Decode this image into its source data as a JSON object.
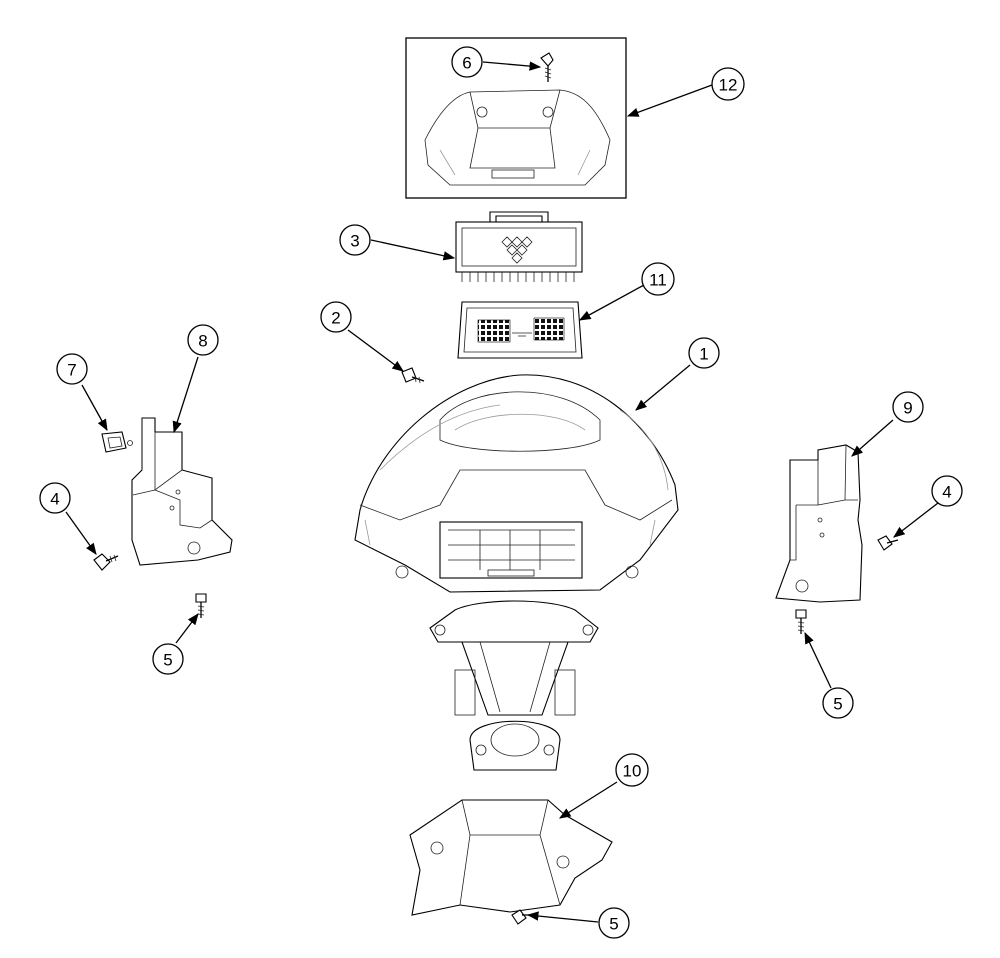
{
  "callouts": {
    "c1": "1",
    "c2": "2",
    "c3": "3",
    "c4a": "4",
    "c4b": "4",
    "c5a": "5",
    "c5b": "5",
    "c5c": "5",
    "c6": "6",
    "c7": "7",
    "c8": "8",
    "c9": "9",
    "c10": "10",
    "c11": "11",
    "c12": "12"
  },
  "colors": {
    "line": "#000000",
    "background": "#ffffff"
  }
}
